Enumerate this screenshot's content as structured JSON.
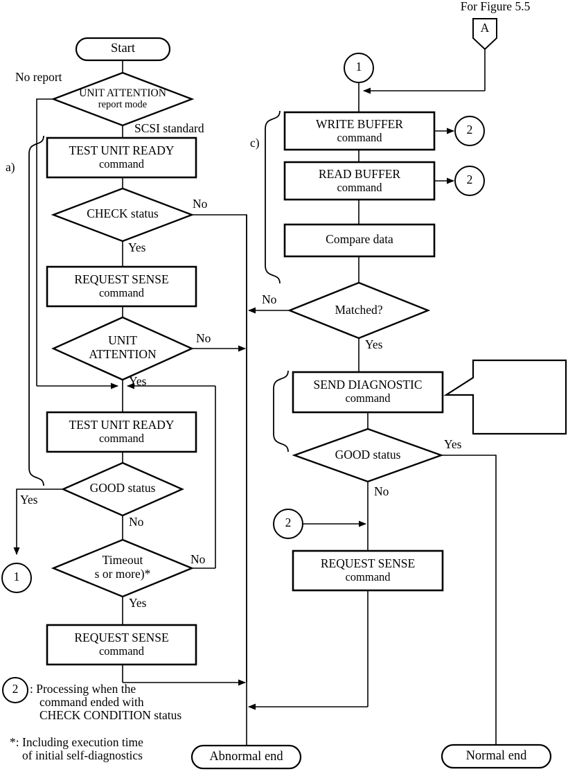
{
  "figure": {
    "reference_note": "For Figure 5.5",
    "connector_a": "A",
    "connector_1_top": "1",
    "connector_2_write": "2",
    "connector_2_read": "2",
    "connector_1_left": "1",
    "connector_2_right": "2",
    "connector_2_legend": "2",
    "brace_a_label": "a)",
    "brace_c_label": "c)"
  },
  "left_branch": {
    "start": "Start",
    "no_report_label": "No report",
    "scsi_standard_label": "SCSI standard",
    "unit_attention_report_mode": {
      "line1": "UNIT ATTENTION",
      "line2": "report mode"
    },
    "test_unit_ready_1": {
      "line1": "TEST UNIT READY",
      "line2": "command"
    },
    "check_status": "CHECK status",
    "check_status_no": "No",
    "check_status_yes": "Yes",
    "request_sense_1": {
      "line1": "REQUEST SENSE",
      "line2": "command"
    },
    "unit_attention": {
      "line1": "UNIT",
      "line2": "ATTENTION"
    },
    "unit_attention_no": "No",
    "unit_attention_yes": "Yes",
    "test_unit_ready_2": {
      "line1": "TEST UNIT READY",
      "line2": "command"
    },
    "good_status": "GOOD status",
    "good_status_yes": "Yes",
    "good_status_no": "No",
    "timeout": {
      "line1": "Timeout",
      "line2": "s or more)*"
    },
    "timeout_no": "No",
    "timeout_yes": "Yes",
    "request_sense_2": {
      "line1": "REQUEST SENSE",
      "line2": "command"
    }
  },
  "right_branch": {
    "write_buffer": {
      "line1": "WRITE BUFFER",
      "line2": "command"
    },
    "read_buffer": {
      "line1": "READ BUFFER",
      "line2": "command"
    },
    "compare_data": "Compare data",
    "matched": "Matched?",
    "matched_no": "No",
    "matched_yes": "Yes",
    "send_diagnostic": {
      "line1": "SEND DIAGNOSTIC",
      "line2": "command"
    },
    "callout_text": "",
    "good_status": "GOOD status",
    "good_status_yes": "Yes",
    "good_status_no": "No",
    "request_sense": {
      "line1": "REQUEST SENSE",
      "line2": "command"
    }
  },
  "terminals": {
    "abnormal_end": "Abnormal end",
    "normal_end": "Normal end"
  },
  "legend": {
    "note2_line1": ": Processing when the",
    "note2_line2": "command ended with",
    "note2_line3": "CHECK CONDITION status",
    "note_star_line1": "*: Including execution time",
    "note_star_line2": "of initial self-diagnostics"
  },
  "colors": {
    "stroke": "#000000",
    "background": "#ffffff"
  }
}
